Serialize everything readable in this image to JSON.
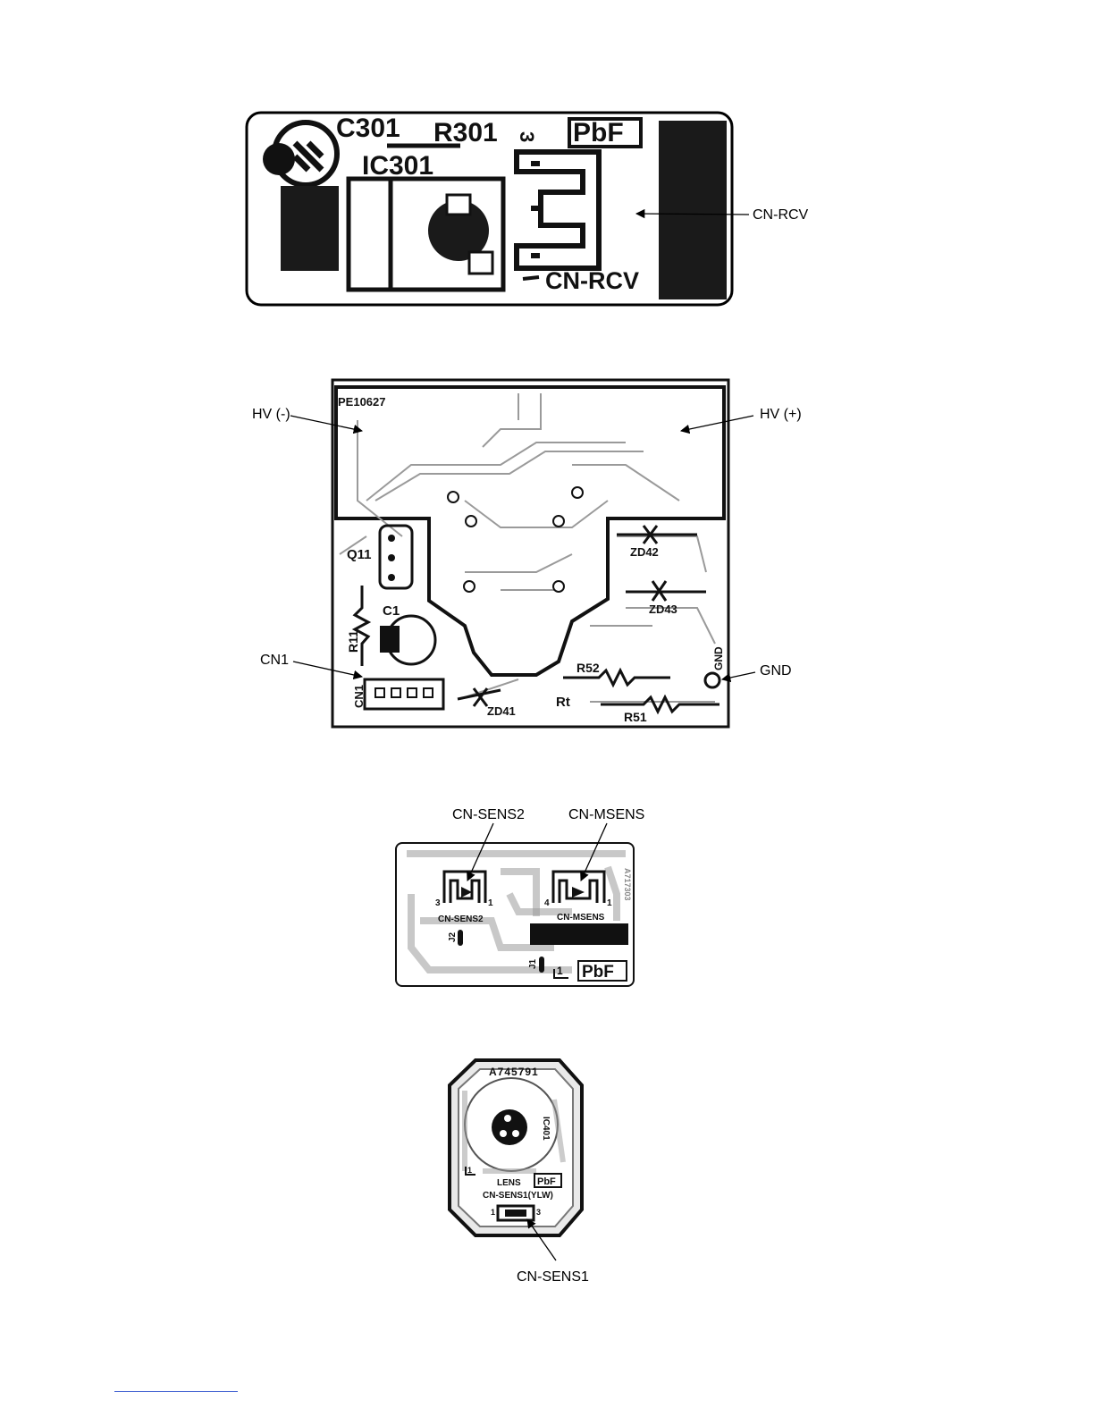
{
  "receiver_board": {
    "labels": {
      "c301": "C301",
      "r301": "R301",
      "ic301": "IC301",
      "pbf": "PbF",
      "pin3": "3",
      "pin1": "1",
      "connector": "CN-RCV"
    },
    "callout": "CN-RCV"
  },
  "hv_board": {
    "labels": {
      "part_no": "PE10627",
      "q11": "Q11",
      "c1": "C1",
      "r11": "R11",
      "zd41": "ZD41",
      "zd42": "ZD42",
      "zd43": "ZD43",
      "r52": "R52",
      "r51": "R51",
      "rt": "Rt",
      "cn1_silk": "CN1",
      "gnd_silk": "GND"
    },
    "callouts": {
      "hv_minus": "HV (-)",
      "hv_plus": "HV (+)",
      "cn1": "CN1",
      "gnd": "GND"
    }
  },
  "sensor_board": {
    "labels": {
      "cn_sens2": "CN-SENS2",
      "cn_msens": "CN-MSENS",
      "pin3": "3",
      "pin1_a": "1",
      "pin4": "4",
      "pin1_b": "1",
      "j1": "J1",
      "j2": "J2",
      "mark1": "1",
      "pbf": "PbF",
      "board_id": "A717303"
    },
    "callouts": {
      "cn_sens2": "CN-SENS2",
      "cn_msens": "CN-MSENS"
    }
  },
  "lens_board": {
    "labels": {
      "board_id": "A745791",
      "ic401": "IC401",
      "lens": "LENS",
      "pbf": "PbF",
      "connector": "CN-SENS1(YLW)",
      "pin1": "1",
      "pin3": "3",
      "mark": "1"
    },
    "callout": "CN-SENS1"
  }
}
